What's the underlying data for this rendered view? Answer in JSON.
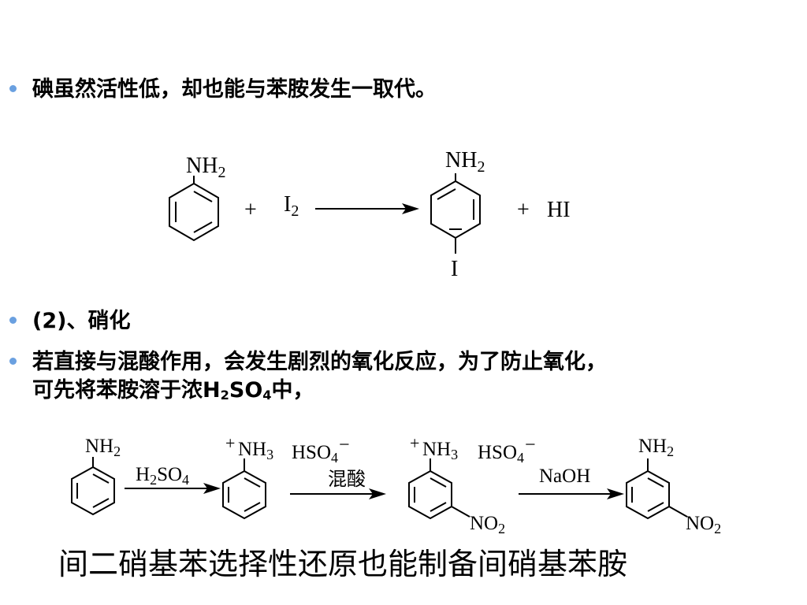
{
  "bullets": [
    "碘虽然活性低，却也能与苯胺发生一取代。",
    "(2)、硝化",
    "若直接与混酸作用，会发生剧烈的氧化反应，为了防止氧化，",
    "可先将苯胺溶于浓",
    "中，"
  ],
  "formula": {
    "h": "H",
    "s2": "2",
    "so": "SO",
    "s4": "4"
  },
  "r1": {
    "nh2_a": "NH",
    "two": "2",
    "plus": "+",
    "i": "I",
    "hi": "HI",
    "iodo": "I"
  },
  "r2": {
    "nh2": "NH",
    "two": "2",
    "nh3": "NH",
    "three": "3",
    "plus": "+",
    "hso": "HSO",
    "four": "4",
    "minus": "−",
    "h": "H",
    "so": "SO",
    "mixed_acid": "混酸",
    "naoh": "NaOH",
    "no": "NO"
  },
  "footer": "间二硝基苯选择性还原也能制备间硝基苯胺"
}
